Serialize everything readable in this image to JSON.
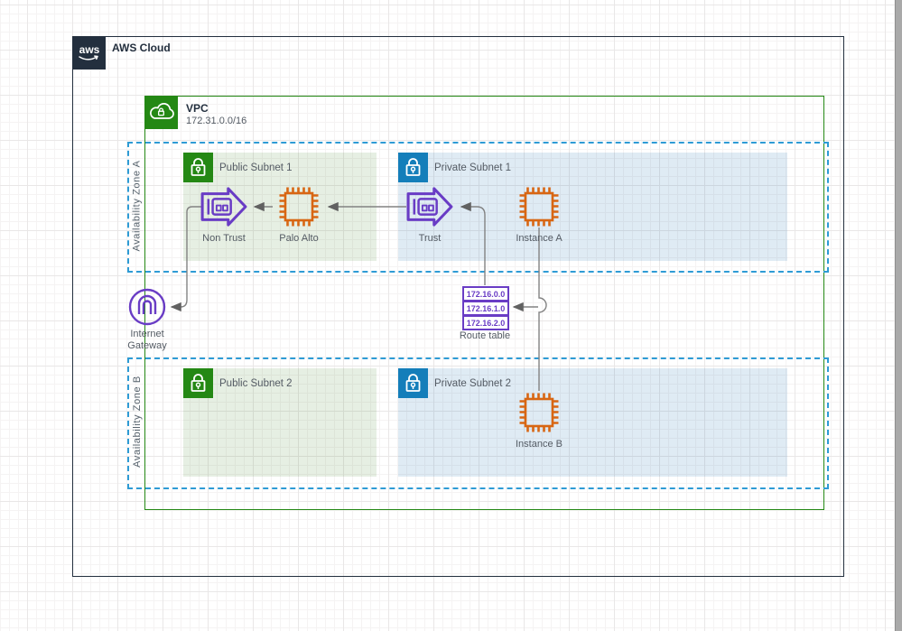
{
  "colors": {
    "aws_dark": "#232F3E",
    "vpc_green": "#248814",
    "private_blue": "#147EBA",
    "az_dashed_blue": "#2E9BD5",
    "endpoint_purple": "#693CC5",
    "instance_orange": "#D86613",
    "label_gray": "#545B64",
    "connector_gray": "#828282"
  },
  "header": {
    "logo_text": "aws",
    "label": "AWS Cloud"
  },
  "vpc": {
    "label": "VPC",
    "cidr": "172.31.0.0/16"
  },
  "zones": {
    "a": {
      "label": "Availability Zone A"
    },
    "b": {
      "label": "Availability Zone B"
    }
  },
  "subnets": {
    "public1": {
      "label": "Public Subnet 1"
    },
    "private1": {
      "label": "Private Subnet 1"
    },
    "public2": {
      "label": "Public Subnet 2"
    },
    "private2": {
      "label": "Private Subnet 2"
    }
  },
  "nodes": {
    "non_trust": {
      "label": "Non Trust"
    },
    "palo_alto": {
      "label": "Palo Alto"
    },
    "trust": {
      "label": "Trust"
    },
    "instance_a": {
      "label": "Instance A"
    },
    "instance_b": {
      "label": "Instance B"
    },
    "internet_gateway": {
      "label_line1": "Internet",
      "label_line2": "Gateway"
    }
  },
  "route_table": {
    "label": "Route table",
    "entries": [
      "172.16.0.0",
      "172.16.1.0",
      "172.16.2.0"
    ]
  },
  "icons": {
    "aws_logo": "aws-smile-logo",
    "vpc": "cloud-lock-icon",
    "public_subnet": "green-lock-icon",
    "private_subnet": "blue-lock-icon",
    "endpoint": "purple-endpoint-arrow-icon",
    "instance": "orange-chip-icon",
    "internet_gateway": "purple-gateway-ring-icon"
  }
}
